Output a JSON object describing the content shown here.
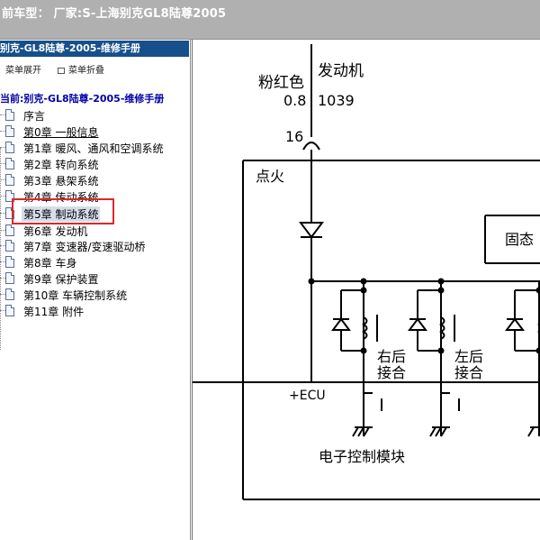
{
  "window": {
    "title": "前车型：  厂家:S-上海别克GL8陆尊2005"
  },
  "left_panel": {
    "header": "别克-GL8陆尊-2005-维修手册",
    "toolbar": {
      "expand_label": "菜单展开",
      "collapse_label": "菜单折叠"
    },
    "tree_root_label": "当前:别克-GL8陆尊-2005-维修手册",
    "items": [
      {
        "label": "序言"
      },
      {
        "label": "第0章 一般信息"
      },
      {
        "label": "第1章 暖风、通风和空调系统"
      },
      {
        "label": "第2章 转向系统"
      },
      {
        "label": "第3章 悬架系统"
      },
      {
        "label": "第4章 传动系统"
      },
      {
        "label": "第5章 制动系统"
      },
      {
        "label": "第6章 发动机"
      },
      {
        "label": "第7章 变速器/变速驱动桥"
      },
      {
        "label": "第8章 车身"
      },
      {
        "label": "第9章 保护装置"
      },
      {
        "label": "第10章 车辆控制系统"
      },
      {
        "label": "第11章 附件"
      }
    ],
    "selected_index": 6
  },
  "diagram": {
    "wire_color_label": "粉红色",
    "circuit_label": "发动机",
    "wire_size": "0.8",
    "circuit_number": "1039",
    "pin_number": "16",
    "ignition_label": "点火",
    "solid_state_label": "固态",
    "right_rear_label_line1": "右后",
    "right_rear_label_line2": "接合",
    "left_rear_label_line1": "左后",
    "left_rear_label_line2": "接合",
    "ecu_label": "+ECU",
    "module_label": "电子控制模块"
  },
  "colors": {
    "title_bar": "#b0b0b0",
    "panel_header": "#16508b",
    "highlight_box": "#e0262a",
    "tree_root_text": "#0000aa"
  }
}
